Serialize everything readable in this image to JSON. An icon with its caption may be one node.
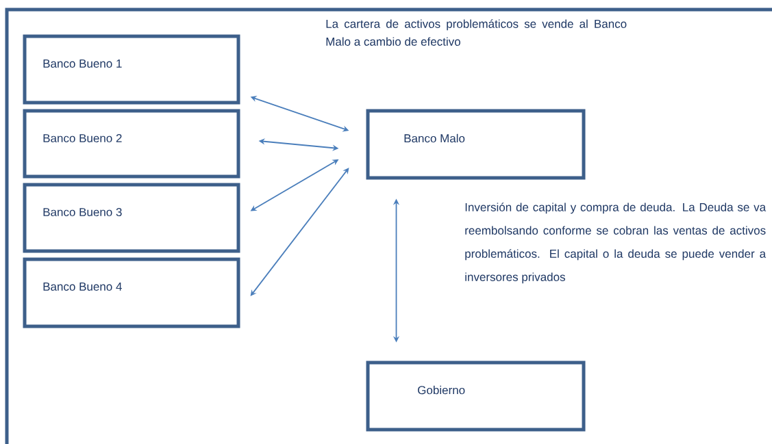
{
  "diagram": {
    "nodes": [
      {
        "text": [
          "Banco Bueno 1"
        ]
      },
      {
        "text": [
          "Banco Bueno 2"
        ]
      },
      {
        "text": [
          "Banco Bueno 3"
        ]
      },
      {
        "text": [
          "Banco Bueno 4"
        ]
      },
      {
        "text": [
          "Banco Malo"
        ]
      },
      {
        "text": [
          "Gobierno"
        ]
      }
    ],
    "edges": [
      {
        "from": 0,
        "to": 4,
        "arrow": "both"
      },
      {
        "from": 1,
        "to": 4,
        "arrow": "both"
      },
      {
        "from": 2,
        "to": 4,
        "arrow": "both"
      },
      {
        "from": 3,
        "to": 4,
        "arrow": "both"
      },
      {
        "from": 4,
        "to": 5,
        "arrow": "both"
      }
    ],
    "labels": [
      "La cartera de activos problemáticos se vende al Banco Malo a cambio de efectivo",
      "Inversión de capital y compra de deuda. La Deuda se va reembolsando conforme se cobran las ventas de activos problemáticos. El capital o la deuda se puede vender a inversores privados"
    ]
  }
}
